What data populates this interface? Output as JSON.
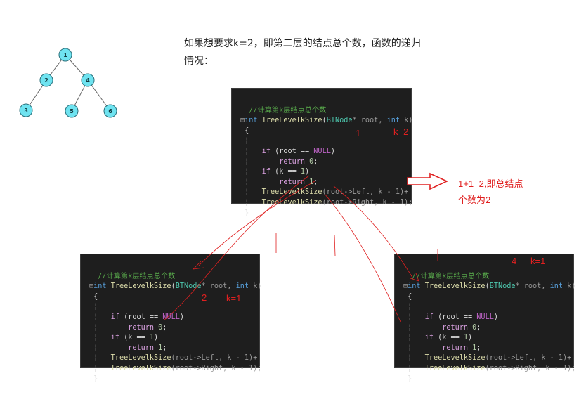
{
  "caption": {
    "line1": "如果想要求k=2，即第二层的结点总个数，函数的递归",
    "line2": "情况："
  },
  "tree": {
    "nodes": [
      {
        "id": "1",
        "parent": null
      },
      {
        "id": "2",
        "parent": "1"
      },
      {
        "id": "4",
        "parent": "1"
      },
      {
        "id": "3",
        "parent": "2"
      },
      {
        "id": "5",
        "parent": "4"
      },
      {
        "id": "6",
        "parent": "4"
      }
    ],
    "node_fill": "#6fe3f0",
    "node_stroke": "#2a6f7a"
  },
  "code": {
    "comment": "//计算第k层结点总个数",
    "signature": {
      "kw": "int",
      "fn": "TreeLevelkSize",
      "open": "(",
      "type": "BTNode",
      "rest": "* root, ",
      "kw2": "int",
      "tail": " k)"
    },
    "brace_open": "{",
    "brace_close": "}",
    "if1": {
      "kw": "if",
      "pre": " (root == ",
      "mac": "NULL",
      "post": ")"
    },
    "ret0": {
      "kw": "return",
      "num": " 0",
      "post": ";"
    },
    "if2": {
      "kw": "if",
      "pre": " (k == ",
      "num": "1",
      "post": ")"
    },
    "ret1": {
      "kw": "return",
      "num": " 1",
      "post": ";"
    },
    "call_left": {
      "fn": "TreeLevelkSize",
      "args": "(root->Left, k - 1)+"
    },
    "call_right": {
      "fn": "TreeLevelkSize",
      "args": "(root->Right, k - 1);"
    }
  },
  "annotations": {
    "top_num": "1",
    "top_k": "k=2",
    "result_line1": "1+1=2,即总结点",
    "result_line2": "个数为2",
    "left_num": "2",
    "left_k": "k=1",
    "right_num": "4",
    "right_k": "k=1",
    "color": "#e02020"
  }
}
